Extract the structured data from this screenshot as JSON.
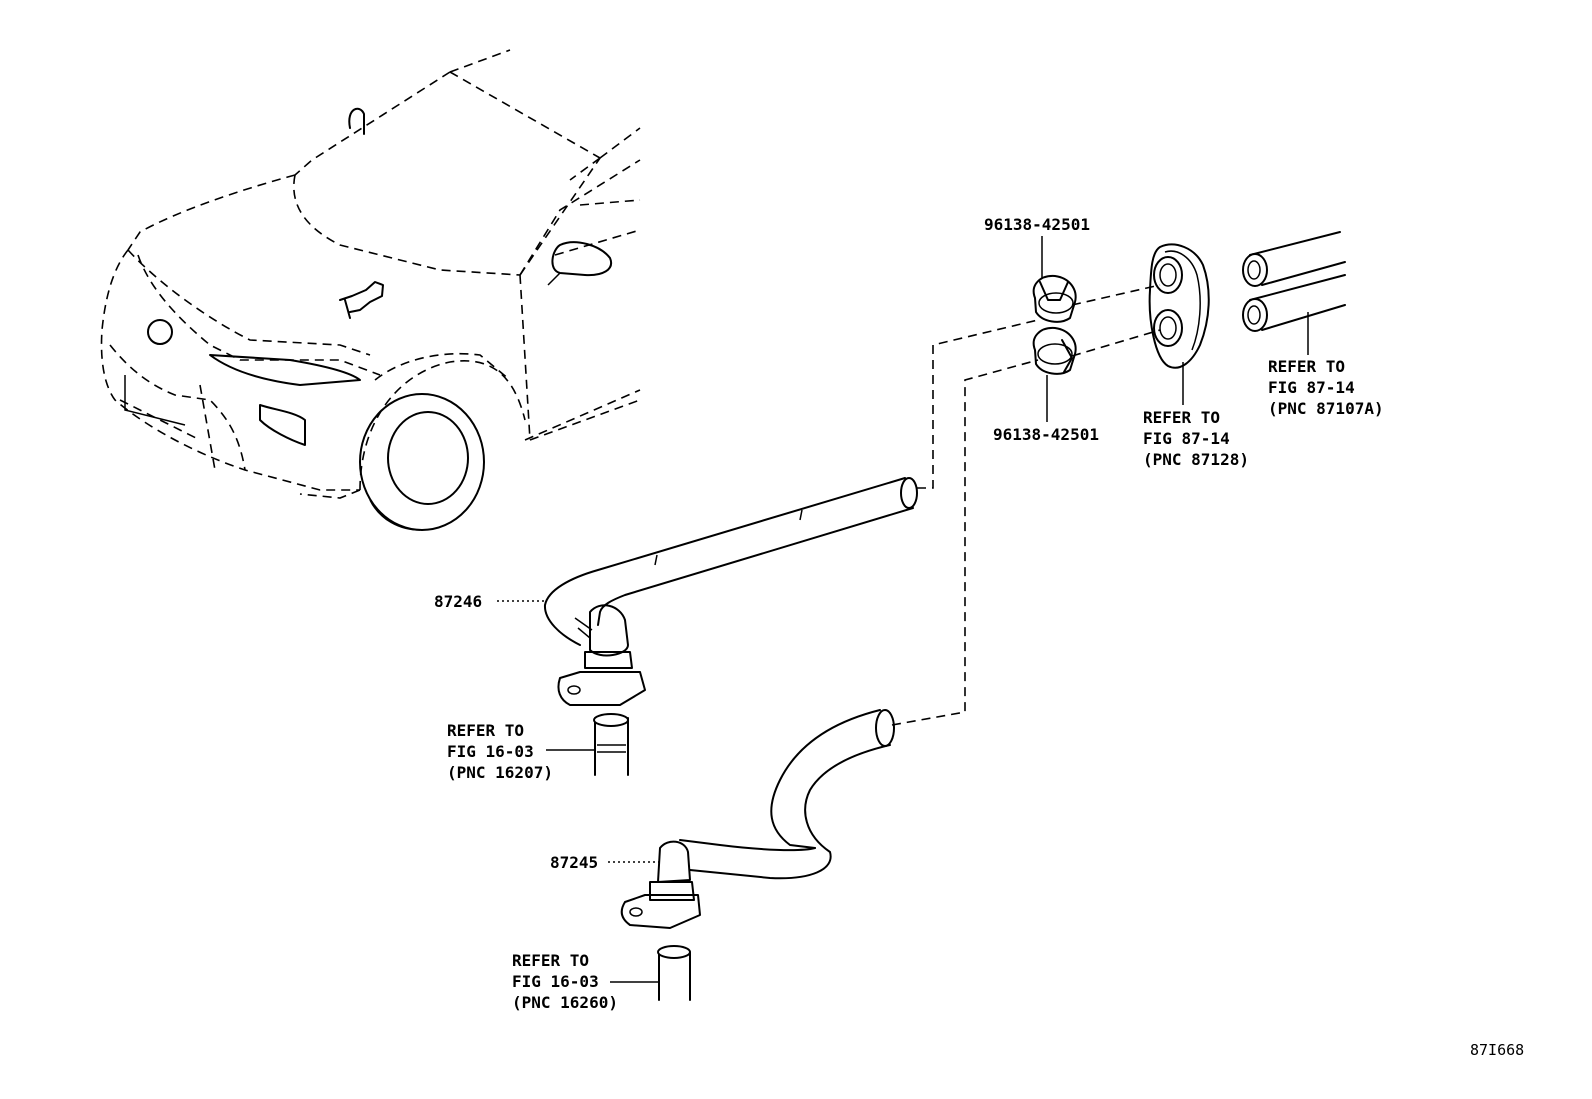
{
  "labels": {
    "clamp_upper": "96138-42501",
    "clamp_lower": "96138-42501",
    "hose_upper": "87246",
    "hose_lower": "87245",
    "grommet_ref": [
      "REFER TO",
      "FIG 87-14",
      "(PNC 87128)"
    ],
    "pipes_ref": [
      "REFER TO",
      "FIG 87-14",
      "(PNC 87107A)"
    ],
    "upper_pipe_ref": [
      "REFER TO",
      "FIG 16-03",
      "(PNC 16207)"
    ],
    "lower_pipe_ref": [
      "REFER TO",
      "FIG 16-03",
      "(PNC 16260)"
    ],
    "figure_code": "87I668"
  },
  "icons": {
    "vehicle": "suv-front-quarter-icon",
    "clamp": "hose-clamp-icon",
    "grommet": "grommet-icon",
    "pipe": "pipe-icon",
    "valve": "water-valve-icon"
  }
}
